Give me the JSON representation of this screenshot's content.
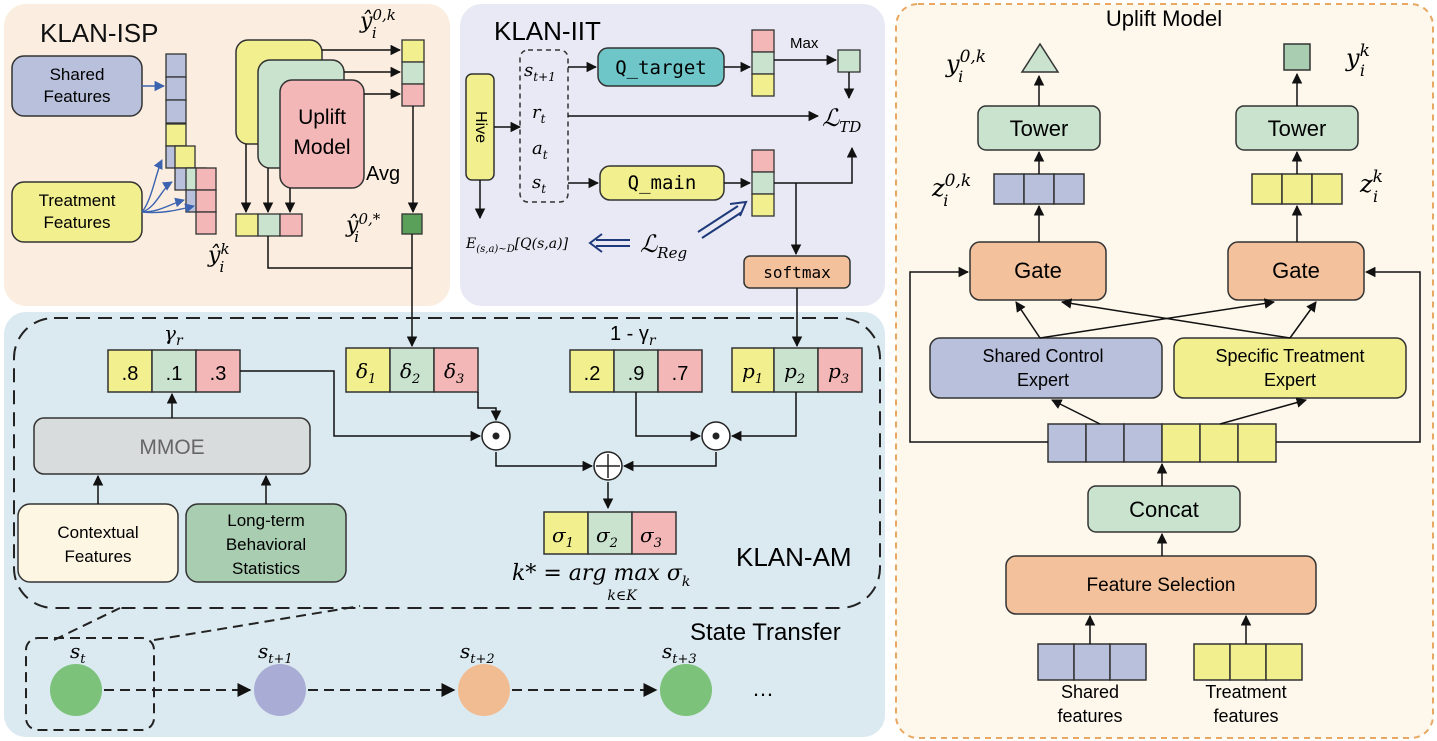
{
  "isp": {
    "title": "KLAN-ISP",
    "shared_features": [
      "Shared",
      "Features"
    ],
    "treatment_features": [
      "Treatment",
      "Features"
    ],
    "uplift_model": [
      "Uplift",
      "Model"
    ],
    "avg": "Avg",
    "y_hat_0k": "ŷ",
    "y_hat_0k_sup": "0,k",
    "y_hat_0k_sub": "i",
    "y_hat_k": "ŷ",
    "y_hat_k_sup": "k",
    "y_hat_k_sub": "i",
    "y_hat_0star": "ŷ",
    "y_hat_0star_sup": "0,*",
    "y_hat_0star_sub": "i"
  },
  "iit": {
    "title": "KLAN-IIT",
    "hive": "Hive",
    "state_vars": [
      {
        "base": "s",
        "sub": "t+1"
      },
      {
        "base": "r",
        "sub": "t"
      },
      {
        "base": "a",
        "sub": "t"
      },
      {
        "base": "s",
        "sub": "t"
      }
    ],
    "q_target": "Q_target",
    "q_main": "Q_main",
    "max": "Max",
    "loss_td": "ℒ",
    "loss_td_sub": "TD",
    "loss_reg": "ℒ",
    "loss_reg_sub": "Reg",
    "expectation": "E",
    "expectation_sub": "(s,a)~D",
    "expectation_body": "[Q(s,a)]",
    "softmax": "softmax"
  },
  "am": {
    "title": "KLAN-AM",
    "gamma": "γ",
    "gamma_sub": "r",
    "one_minus_gamma": "1 - γ",
    "one_minus_gamma_sub": "r",
    "gamma_values": [
      ".8",
      ".1",
      ".3"
    ],
    "one_minus_gamma_values": [
      ".2",
      ".9",
      ".7"
    ],
    "delta": [
      {
        "base": "δ",
        "sub": "1"
      },
      {
        "base": "δ",
        "sub": "2"
      },
      {
        "base": "δ",
        "sub": "3"
      }
    ],
    "p": [
      {
        "base": "p",
        "sub": "1"
      },
      {
        "base": "p",
        "sub": "2"
      },
      {
        "base": "p",
        "sub": "3"
      }
    ],
    "sigma": [
      {
        "base": "σ",
        "sub": "1"
      },
      {
        "base": "σ",
        "sub": "2"
      },
      {
        "base": "σ",
        "sub": "3"
      }
    ],
    "mmoe": "MMOE",
    "contextual": [
      "Contextual",
      "Features"
    ],
    "longterm": [
      "Long-term",
      "Behavioral",
      "Statistics"
    ],
    "odot": "⊙",
    "oplus": "⊕",
    "kstar": "k* = arg max σ",
    "kstar_sub": "k",
    "kstar_under": "k∈K"
  },
  "transfer": {
    "title": "State Transfer",
    "states": [
      {
        "base": "s",
        "sub": "t"
      },
      {
        "base": "s",
        "sub": "t+1"
      },
      {
        "base": "s",
        "sub": "t+2"
      },
      {
        "base": "s",
        "sub": "t+3"
      }
    ],
    "ellipsis": "…"
  },
  "uplift": {
    "title": "Uplift Model",
    "y0k": "y",
    "y0k_sup": "0,k",
    "y0k_sub": "i",
    "yk": "y",
    "yk_sup": "k",
    "yk_sub": "i",
    "tower": "Tower",
    "z0k": "z",
    "z0k_sup": "0,k",
    "z0k_sub": "i",
    "zk": "z",
    "zk_sup": "k",
    "zk_sub": "i",
    "gate": "Gate",
    "shared_expert": [
      "Shared Control",
      "Expert"
    ],
    "treatment_expert": [
      "Specific Treatment",
      "Expert"
    ],
    "concat": "Concat",
    "feature_selection": "Feature Selection",
    "shared_features": [
      "Shared",
      "features"
    ],
    "treatment_features": [
      "Treatment",
      "features"
    ]
  },
  "colors": {
    "isp_bg": "#fbeee0",
    "iit_bg": "#e8e9f4",
    "am_bg": "#dbe9f0",
    "uplift_bg": "#fdf7ec",
    "yellow": "#f2ef8f",
    "green": "#c9e3cf",
    "pink": "#f3b7b7",
    "lavender": "#b9c0dc",
    "teal": "#6ec6c9",
    "orange": "#f3c29c",
    "gray": "#d9dcdd",
    "cream": "#fdf6e3",
    "dark_green": "#5aa05a"
  }
}
